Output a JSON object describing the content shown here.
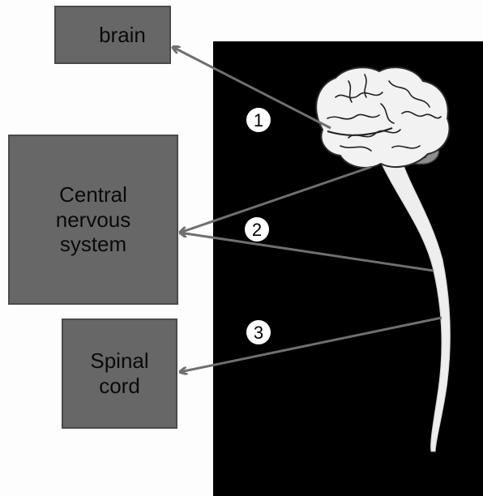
{
  "labels": {
    "brain": "brain",
    "central_nervous_system": "Central\nnervous\nsystem",
    "spinal_cord": "Spinal\ncord"
  },
  "markers": [
    "1",
    "2",
    "3"
  ],
  "colors": {
    "box_fill": "#676767",
    "panel_background": "#000000",
    "arrow": "#6f6f6f",
    "brain_fill": "#f2f2f2",
    "spinal_cord_fill": "#eeeeee"
  }
}
